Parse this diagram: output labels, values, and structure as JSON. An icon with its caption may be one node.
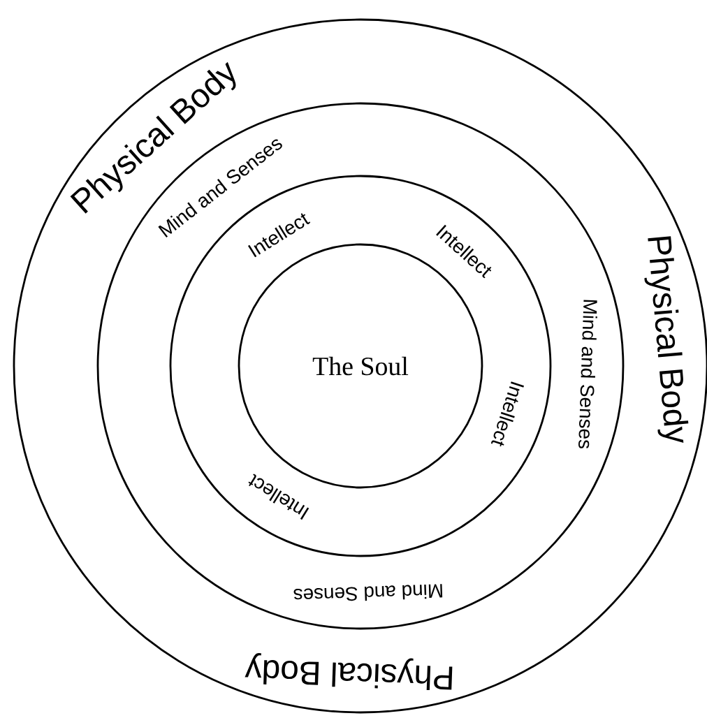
{
  "diagram": {
    "nodes": [
      {
        "text": [
          "Physical Body",
          "Physical Body",
          "Physical Body"
        ]
      },
      {
        "text": [
          "Mind and Senses",
          "Mind and Senses",
          "Mind and Senses"
        ],
        "in": 0
      },
      {
        "text": [
          "Intellect",
          "Intellect",
          "Intellect",
          "Intellect"
        ],
        "in": 1
      },
      {
        "text": [
          "The Soul"
        ],
        "in": 2
      }
    ]
  }
}
